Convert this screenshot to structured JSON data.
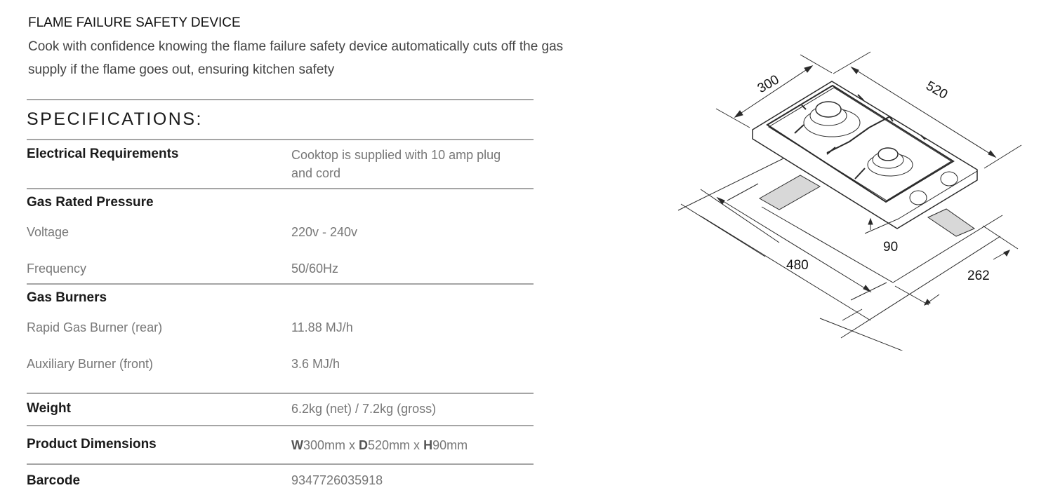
{
  "feature": {
    "title": "FLAME FAILURE SAFETY DEVICE",
    "description_line1": "Cook with confidence knowing the flame failure safety device automatically cuts off the gas",
    "description_line2": "supply if the flame goes out, ensuring kitchen safety"
  },
  "specifications": {
    "heading": "SPECIFICATIONS:",
    "electrical": {
      "label": "Electrical Requirements",
      "value_line1": "Cooktop is supplied with 10 amp plug",
      "value_line2": "and cord"
    },
    "gas_pressure": {
      "label": "Gas Rated Pressure",
      "rows": [
        {
          "label": "Voltage",
          "value": "220v - 240v"
        },
        {
          "label": "Frequency",
          "value": "50/60Hz"
        }
      ]
    },
    "gas_burners": {
      "label": "Gas Burners",
      "rows": [
        {
          "label": "Rapid Gas Burner (rear)",
          "value": "11.88 MJ/h"
        },
        {
          "label": "Auxiliary Burner (front)",
          "value": "3.6 MJ/h"
        }
      ]
    },
    "weight": {
      "label": "Weight",
      "value": "6.2kg (net) / 7.2kg (gross)"
    },
    "dimensions": {
      "label": "Product Dimensions",
      "w_letter": "W",
      "w_value": "300mm x ",
      "d_letter": "D",
      "d_value": "520mm x ",
      "h_letter": "H",
      "h_value": "90mm"
    },
    "barcode": {
      "label": "Barcode",
      "value": "9347726035918"
    }
  },
  "diagram": {
    "dimension_labels": {
      "width": "300",
      "depth": "520",
      "height": "90",
      "cutout_depth": "480",
      "cutout_width": "262"
    }
  }
}
